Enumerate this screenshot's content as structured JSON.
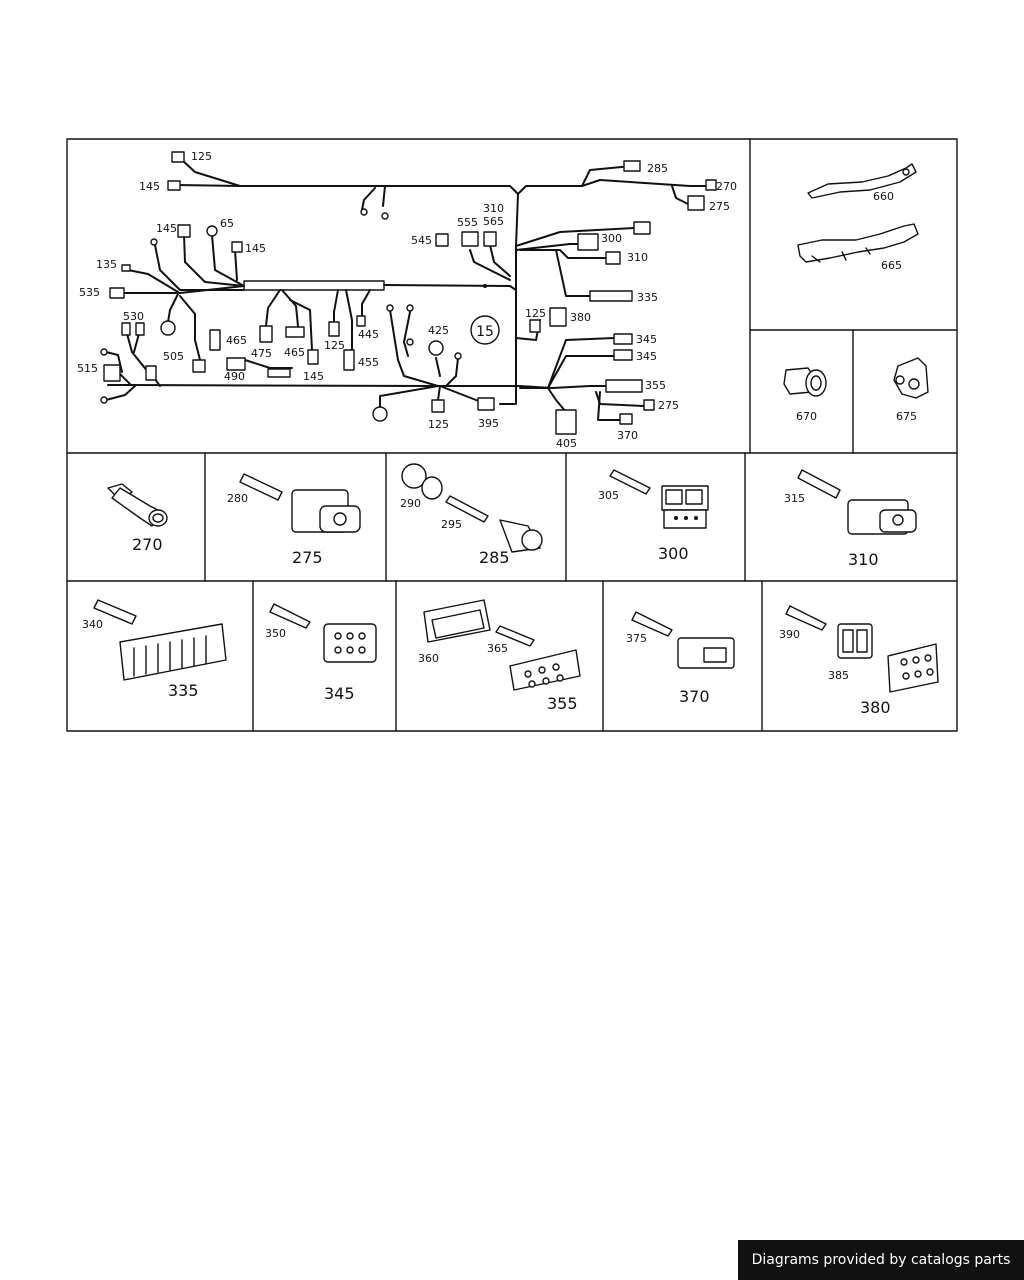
{
  "main": {
    "labels": [
      "125",
      "145",
      "145",
      "65",
      "145",
      "135",
      "535",
      "530",
      "465",
      "505",
      "515",
      "490",
      "475",
      "465",
      "145",
      "125",
      "445",
      "455",
      "425",
      "125",
      "395",
      "15",
      "545",
      "555",
      "310",
      "565",
      "300",
      "310",
      "380",
      "125",
      "335",
      "345",
      "345",
      "355",
      "275",
      "405",
      "370",
      "285",
      "270",
      "275"
    ]
  },
  "right": {
    "labels": [
      "660",
      "665",
      "670",
      "675"
    ]
  },
  "row1": {
    "cells": [
      {
        "small": [],
        "big": "270"
      },
      {
        "small": [
          "280"
        ],
        "big": "275"
      },
      {
        "small": [
          "290",
          "295"
        ],
        "big": "285"
      },
      {
        "small": [
          "305"
        ],
        "big": "300"
      },
      {
        "small": [
          "315"
        ],
        "big": "310"
      }
    ]
  },
  "row2": {
    "cells": [
      {
        "small": [
          "340"
        ],
        "big": "335"
      },
      {
        "small": [
          "350"
        ],
        "big": "345"
      },
      {
        "small": [
          "360",
          "365"
        ],
        "big": "355"
      },
      {
        "small": [
          "375"
        ],
        "big": "370"
      },
      {
        "small": [
          "390",
          "385"
        ],
        "big": "380"
      }
    ]
  },
  "footer": {
    "text": "Diagrams provided by catalogs parts"
  }
}
